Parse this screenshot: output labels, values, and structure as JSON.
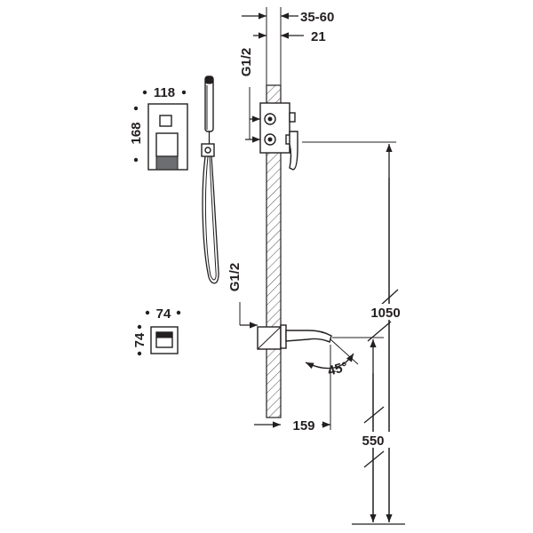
{
  "dimensions": {
    "wall_range": "35-60",
    "wall_depth": "21",
    "thread_upper": "G1/2",
    "thread_lower": "G1/2",
    "plate_width": "118",
    "plate_height": "168",
    "diverter_width": "74",
    "diverter_height": "74",
    "mixer_height": "1050",
    "spout_height": "550",
    "spout_projection": "159",
    "spout_angle": "45°"
  },
  "colors": {
    "line": "#231f20",
    "background": "#ffffff",
    "fill_grey": "#6d6e71"
  },
  "icons": [
    "hand-shower-icon",
    "mixer-plate-icon",
    "diverter-plate-icon",
    "spout-icon"
  ]
}
